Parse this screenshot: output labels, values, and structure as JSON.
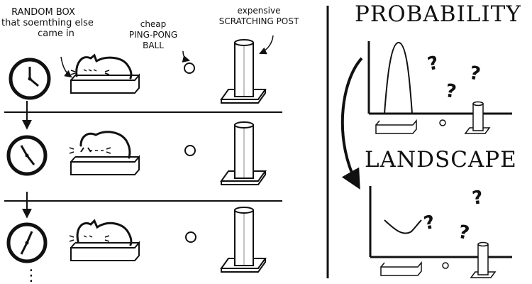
{
  "left_panel": {
    "labels": {
      "random_box": "RANDOM BOX",
      "random_box_line2": "that soemthing else",
      "random_box_line3": "came in",
      "cheap": "cheap",
      "ping_pong": "PING-PONG",
      "ball": "BALL",
      "expensive": "expensive",
      "scratching_post": "SCRATCHING POST"
    },
    "rows": [
      {
        "clock": "clock-time-1",
        "cat_position": "in-box"
      },
      {
        "clock": "clock-time-2",
        "cat_position": "in-box"
      },
      {
        "clock": "clock-time-3",
        "cat_position": "in-box"
      }
    ],
    "continuation": "⋮"
  },
  "right_panel": {
    "title_top": "PROBABILITY",
    "title_bottom": "LANDSCAPE",
    "question_mark": "?"
  },
  "colors": {
    "ink": "#111111",
    "background": "#ffffff"
  }
}
